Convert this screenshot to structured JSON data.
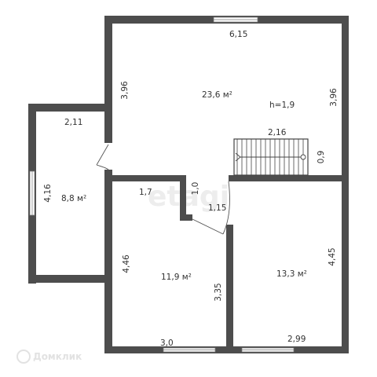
{
  "rooms": {
    "main_area": "23,6 м²",
    "left_area": "8,8 м²",
    "bottom_left_area": "11,9 м²",
    "bottom_right_area": "13,3 м²"
  },
  "dimensions": {
    "top_width": "6,15",
    "main_left_height": "3,96",
    "main_right_height": "3,96",
    "ceiling_height": "h=1,9",
    "stair_width": "2,16",
    "stair_depth": "0,9",
    "left_width": "2,11",
    "left_height": "4,16",
    "hall_width": "1,7",
    "hall_depth": "1,0",
    "door_width": "1,15",
    "bl_height": "4,46",
    "partition_height": "3,35",
    "bl_width": "3,0",
    "br_height": "4,45",
    "br_width": "2,99"
  },
  "watermark": {
    "center": "etagi",
    "corner": "Домклик"
  },
  "colors": {
    "wall": "#4d4d4d",
    "text": "#333333"
  }
}
